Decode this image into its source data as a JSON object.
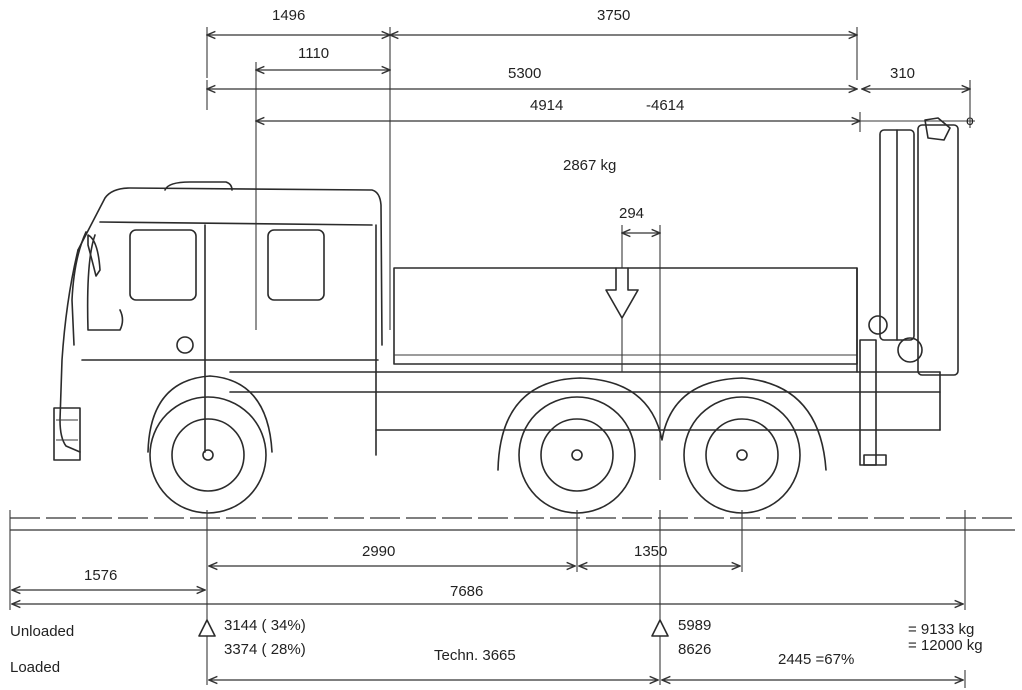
{
  "top_dimensions": {
    "cab_to_front": "1496",
    "body_length_upper": "3750",
    "cab_offset": "1110",
    "body_length": "5300",
    "crane_overhang": "310",
    "load_position": "4914",
    "load_position_alt": "-4614",
    "payload_mass": "2867 kg",
    "cg_offset": "294"
  },
  "bottom_dimensions": {
    "front_overhang": "1576",
    "wheelbase": "2990",
    "axle_spacing": "1350",
    "overall_length": "7686"
  },
  "weights": {
    "unloaded_label": "Unloaded",
    "loaded_label": "Loaded",
    "front_unloaded": "3144 ( 34%)",
    "front_loaded": "3374 ( 28%)",
    "rear_unloaded": "5989",
    "rear_loaded": "8626",
    "technical": "Techn. 3665",
    "rear_tech": "2445 =67%",
    "total_unloaded": "= 9133 kg",
    "total_loaded": "= 12000 kg"
  }
}
